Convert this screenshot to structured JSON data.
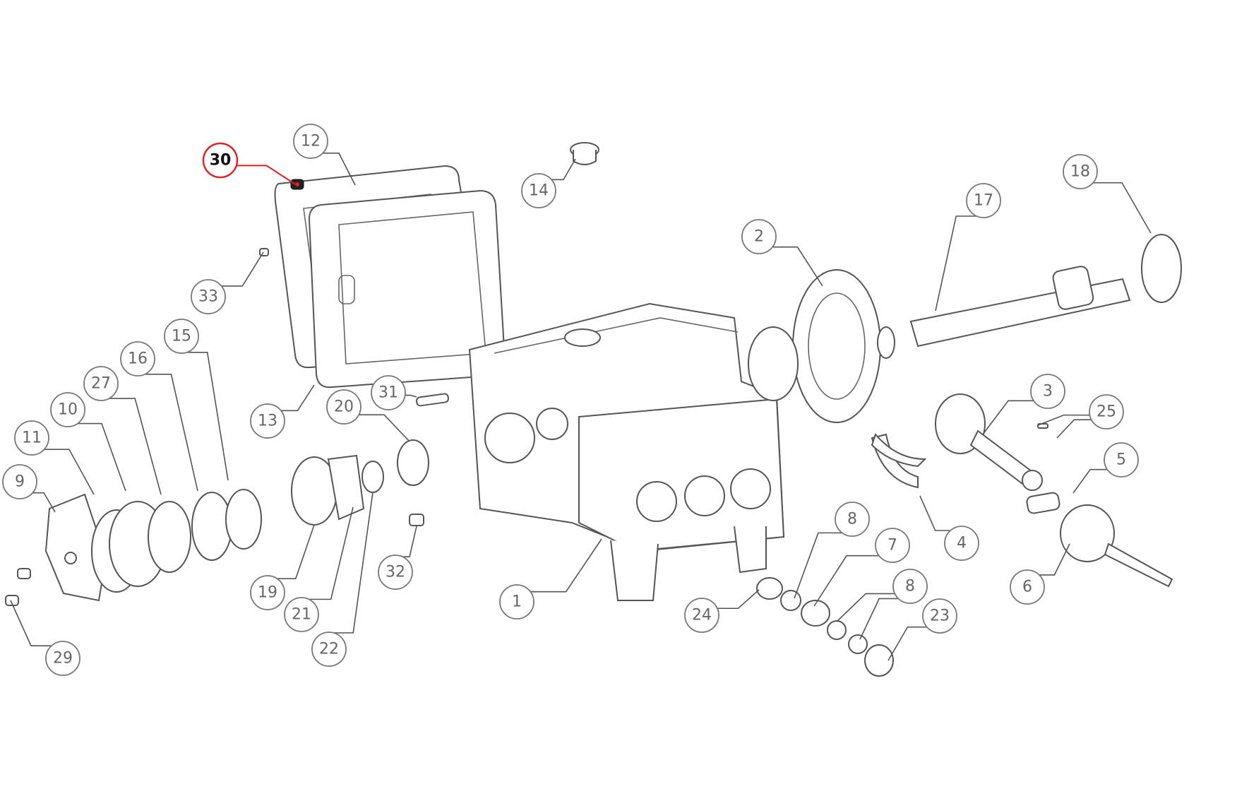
{
  "diagram": {
    "type": "exploded parts diagram",
    "highlight_color": "#e02020",
    "highlighted_part": "30",
    "callouts": [
      {
        "label": "30",
        "highlighted": true
      },
      {
        "label": "12"
      },
      {
        "label": "14"
      },
      {
        "label": "18"
      },
      {
        "label": "17"
      },
      {
        "label": "2"
      },
      {
        "label": "33"
      },
      {
        "label": "15"
      },
      {
        "label": "16"
      },
      {
        "label": "27"
      },
      {
        "label": "10"
      },
      {
        "label": "11"
      },
      {
        "label": "9"
      },
      {
        "label": "13"
      },
      {
        "label": "20"
      },
      {
        "label": "31"
      },
      {
        "label": "3"
      },
      {
        "label": "25"
      },
      {
        "label": "5"
      },
      {
        "label": "4"
      },
      {
        "label": "8"
      },
      {
        "label": "7"
      },
      {
        "label": "8"
      },
      {
        "label": "23"
      },
      {
        "label": "24"
      },
      {
        "label": "6"
      },
      {
        "label": "1"
      },
      {
        "label": "32"
      },
      {
        "label": "19"
      },
      {
        "label": "21"
      },
      {
        "label": "22"
      },
      {
        "label": "29"
      }
    ]
  }
}
